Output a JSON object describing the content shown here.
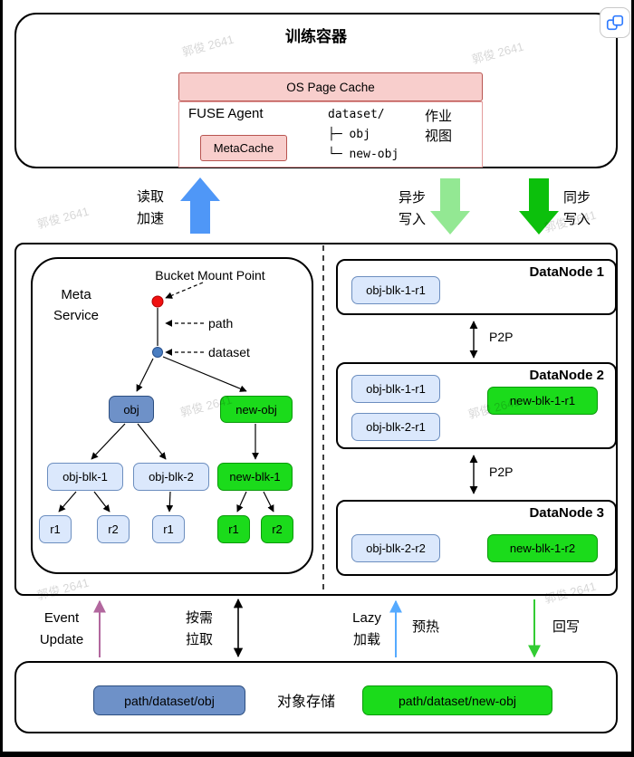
{
  "watermark": {
    "text": "郭俊 2641"
  },
  "palette": {
    "pink_fill": "#f8cecc",
    "pink_stroke": "#b85450",
    "light_blue_fill": "#dbe8fc",
    "light_blue_stroke": "#6c8ebf",
    "mid_blue_fill": "#6e91c8",
    "green_fill": "#1bdb1b",
    "read_arrow": "#4f97f7",
    "async_arrow": "#93e893",
    "sync_arrow": "#0cc00c",
    "event_arrow": "#b2679e",
    "lazy_arrow": "#55aaff",
    "writeback_arrow": "#33cc33"
  },
  "training_container": {
    "title": "训练容器",
    "os_page_cache": "OS Page Cache",
    "fuse_agent": "FUSE Agent",
    "meta_cache": "MetaCache",
    "dataset_tree": "dataset/\n├─ obj\n└─ new-obj",
    "job_view": "作业\n视图"
  },
  "flows": {
    "read_accel": "读取\n加速",
    "async_write": "异步\n写入",
    "sync_write": "同步\n写入",
    "event_update": "Event\nUpdate",
    "on_demand_pull": "按需\n拉取",
    "lazy_load": "Lazy\n加载",
    "preheat": "预热",
    "write_back": "回写"
  },
  "meta_service": {
    "title": "Meta\nService",
    "bucket_mount_point": "Bucket Mount Point",
    "path_label": "path",
    "dataset_label": "dataset",
    "obj": "obj",
    "new_obj": "new-obj",
    "obj_blk_1": "obj-blk-1",
    "obj_blk_2": "obj-blk-2",
    "new_blk_1": "new-blk-1",
    "r1": "r1",
    "r2": "r2"
  },
  "datanodes": {
    "p2p": "P2P",
    "node1": {
      "label": "DataNode 1",
      "block1": "obj-blk-1-r1"
    },
    "node2": {
      "label": "DataNode 2",
      "block1": "obj-blk-1-r1",
      "block2": "obj-blk-2-r1",
      "green_block": "new-blk-1-r1"
    },
    "node3": {
      "label": "DataNode 3",
      "block1": "obj-blk-2-r2",
      "green_block": "new-blk-1-r2"
    }
  },
  "object_storage": {
    "title": "对象存储",
    "obj_path": "path/dataset/obj",
    "new_obj_path": "path/dataset/new-obj"
  }
}
